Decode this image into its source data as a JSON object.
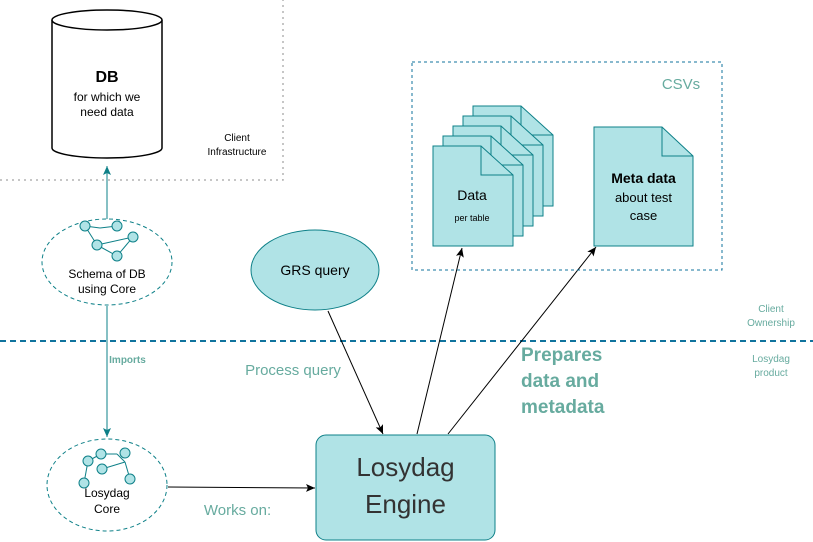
{
  "db": {
    "title": "DB",
    "line1": "for which we",
    "line2": "need data"
  },
  "client_infra": {
    "line1": "Client",
    "line2": "Infrastructure"
  },
  "schema": {
    "line1": "Schema of DB",
    "line2": "using Core"
  },
  "imports_label": "Imports",
  "core": {
    "line1": "Losydag",
    "line2": "Core"
  },
  "works_on_label": "Works on:",
  "grs_query": "GRS query",
  "process_query_label": "Process query",
  "engine": {
    "line1": "Losydag",
    "line2": "Engine"
  },
  "prepares": {
    "line1": "Prepares",
    "line2": "data and",
    "line3": "metadata"
  },
  "csvs": {
    "title": "CSVs",
    "data_title": "Data",
    "data_sub": "per table",
    "meta_title": "Meta data",
    "meta_line1": "about test",
    "meta_line2": "case"
  },
  "zones": {
    "client_ownership_1": "Client",
    "client_ownership_2": "Ownership",
    "losydag_product_1": "Losydag",
    "losydag_product_2": "product"
  },
  "colors": {
    "fill": "#B0E3E6",
    "stroke": "#0E8088",
    "teal_text": "#67AB9F",
    "divider": "#10739E"
  }
}
